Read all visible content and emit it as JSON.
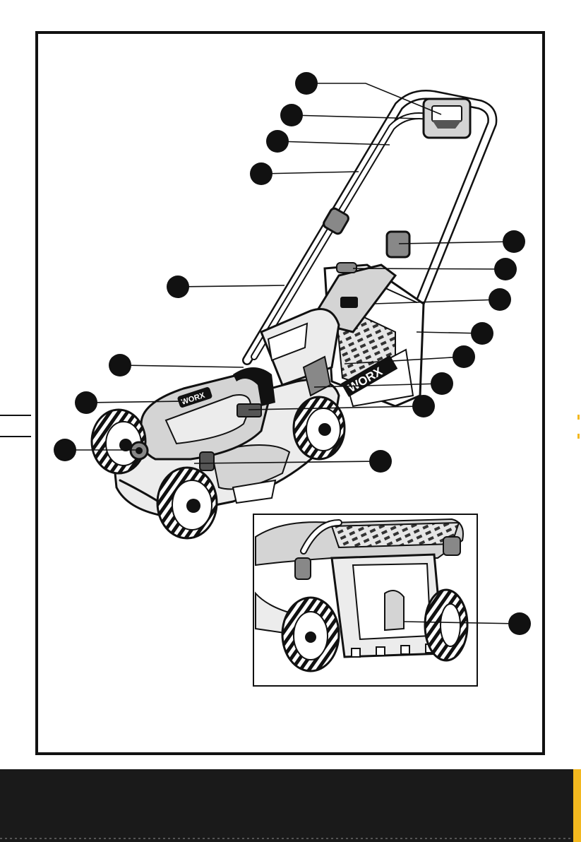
{
  "figure": {
    "brand_mark": "WORX",
    "palette": {
      "ink": "#111111",
      "callout": "#111111",
      "gray_fill": "#d4d4d4",
      "light_fill": "#ececec",
      "footer_band": "#1a1a1a",
      "footer_stripe": "#f3b81f"
    },
    "callout_count": 17,
    "inset_callout_count": 1
  }
}
